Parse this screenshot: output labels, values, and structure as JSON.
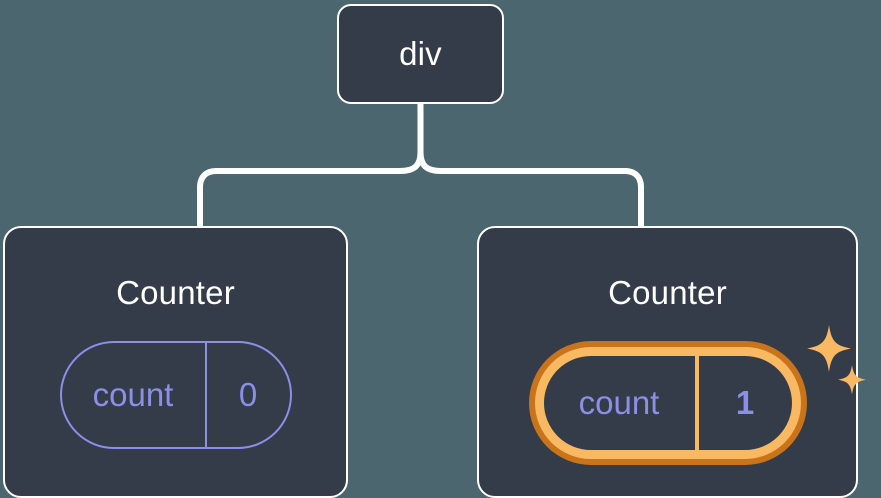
{
  "diagram": {
    "type": "component-tree",
    "background_color": "#4c6670",
    "node_fill_color": "#343b49",
    "node_border_color": "#ffffff",
    "edge_color": "#ffffff",
    "state_color": "#8b8fe8",
    "highlight_color_light": "#f9b862",
    "highlight_color_dark": "#c9731a"
  },
  "root": {
    "label": "div"
  },
  "children": [
    {
      "label": "Counter",
      "state": {
        "key": "count",
        "value": "0"
      },
      "highlighted": false
    },
    {
      "label": "Counter",
      "state": {
        "key": "count",
        "value": "1"
      },
      "highlighted": true,
      "sparkle_count": 2
    }
  ]
}
